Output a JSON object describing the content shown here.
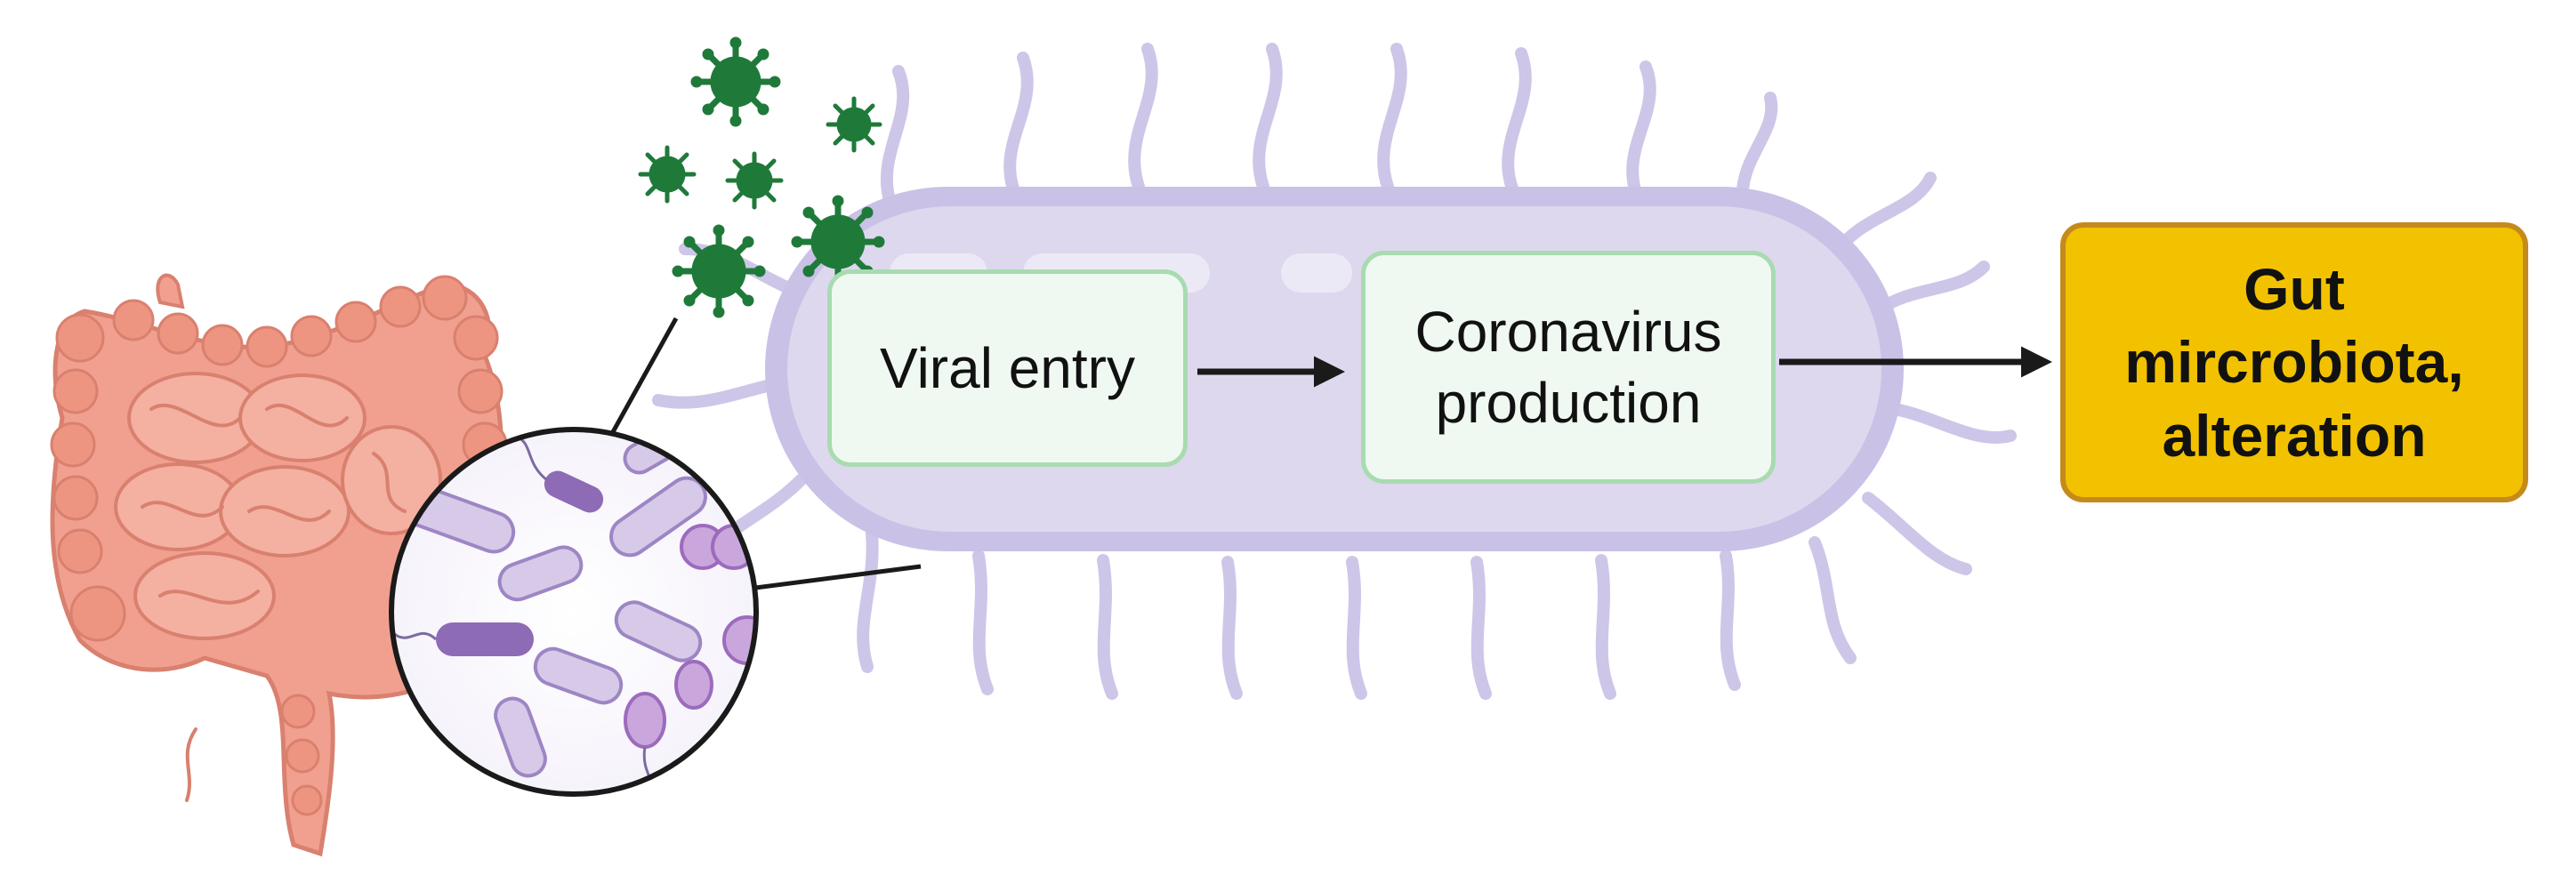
{
  "diagram": {
    "steps": [
      {
        "id": "viral-entry",
        "label": "Viral entry"
      },
      {
        "id": "coronavirus-production",
        "label": "Coronavirus\nproduction"
      }
    ],
    "outcome": {
      "label": "Gut\nmircrobiota,\nalteration"
    },
    "colors": {
      "bacterium_body": "#ddd8ee",
      "bacterium_membrane": "#c9c1e6",
      "flagella": "#cdc6e8",
      "step_fill": "#eff9f1",
      "step_border": "#a8dbb0",
      "outcome_fill": "#f2c200",
      "outcome_border": "#c58a1c",
      "virus": "#1f7a3a",
      "intestine": "#f1a08f",
      "arrow": "#1a1a1a"
    },
    "icons": [
      "intestine-icon",
      "virus-icon",
      "magnified-microbiota-icon",
      "bacterium-icon"
    ]
  }
}
